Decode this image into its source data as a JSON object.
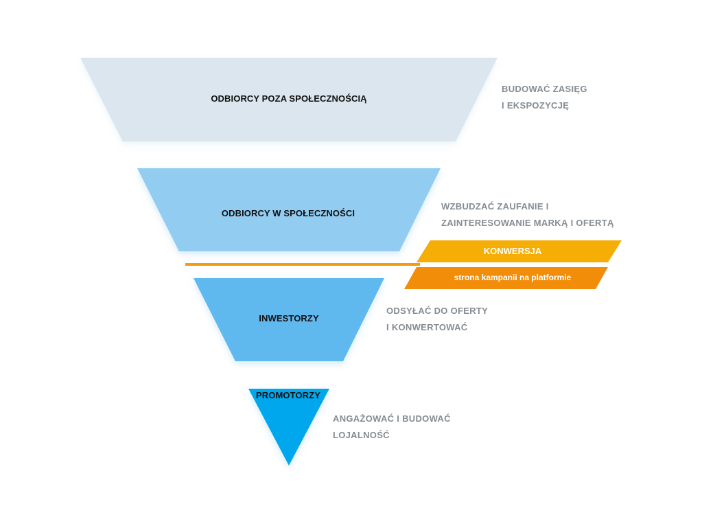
{
  "colors": {
    "stage1": "#dbe6ee",
    "stage2": "#92ccf1",
    "stage3": "#5fb8ee",
    "stage4": "#05a7ec",
    "conversion_top": "#f5ae06",
    "conversion_bottom": "#f28d0a",
    "conversion_line": "#f39c10",
    "goal_text": "#858c93",
    "stage_text": "#111111"
  },
  "funnel": {
    "stages": [
      {
        "label": "ODBIORCY POZA SPOŁECZNOŚCIĄ",
        "goal_line1": "BUDOWAĆ ZASIĘG",
        "goal_line2": "I EKSPOZYCJĘ"
      },
      {
        "label": "ODBIORCY W SPOŁECZNOŚCI",
        "goal_line1": "WZBUDZAĆ ZAUFANIE I",
        "goal_line2": "ZAINTERESOWANIE MARKĄ I OFERTĄ"
      },
      {
        "label": "INWESTORZY",
        "goal_line1": "ODSYŁAĆ DO OFERTY",
        "goal_line2": "I KONWERTOWAĆ"
      },
      {
        "label": "PROMOTORZY",
        "goal_line1": "ANGAŻOWAĆ I BUDOWAĆ",
        "goal_line2": "LOJALNOŚĆ"
      }
    ],
    "conversion": {
      "title": "KONWERSJA",
      "subtitle": "strona kampanii na platformie"
    }
  }
}
